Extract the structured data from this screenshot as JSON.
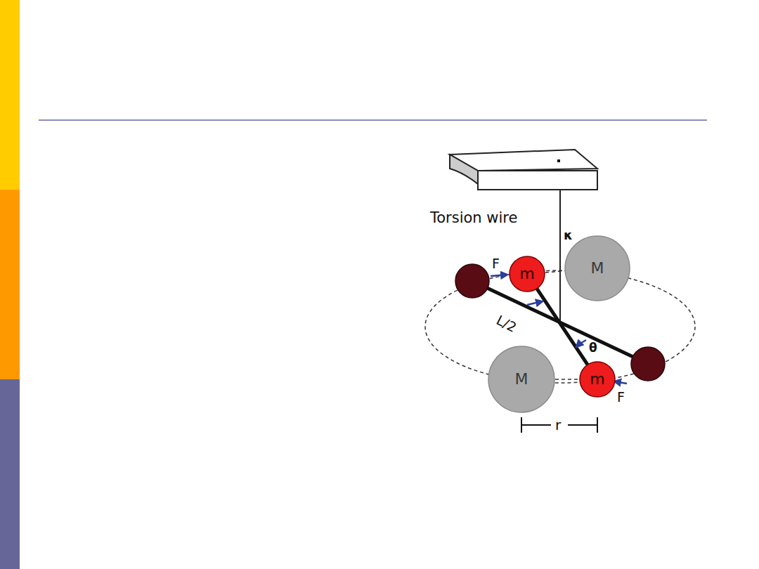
{
  "diagram": {
    "nodes": [
      {
        "text": [
          "m"
        ]
      },
      {
        "text": [
          "M"
        ]
      },
      {
        "text": [
          "M"
        ]
      },
      {
        "text": [
          "m"
        ]
      }
    ],
    "edges": [
      {
        "from": 0,
        "to": 1,
        "arrow": "none"
      },
      {
        "from": 2,
        "to": 3,
        "arrow": "none"
      }
    ],
    "labels": [
      "Torsion wire",
      "κ",
      "F",
      "F",
      "L/2",
      "θ",
      "r"
    ]
  }
}
